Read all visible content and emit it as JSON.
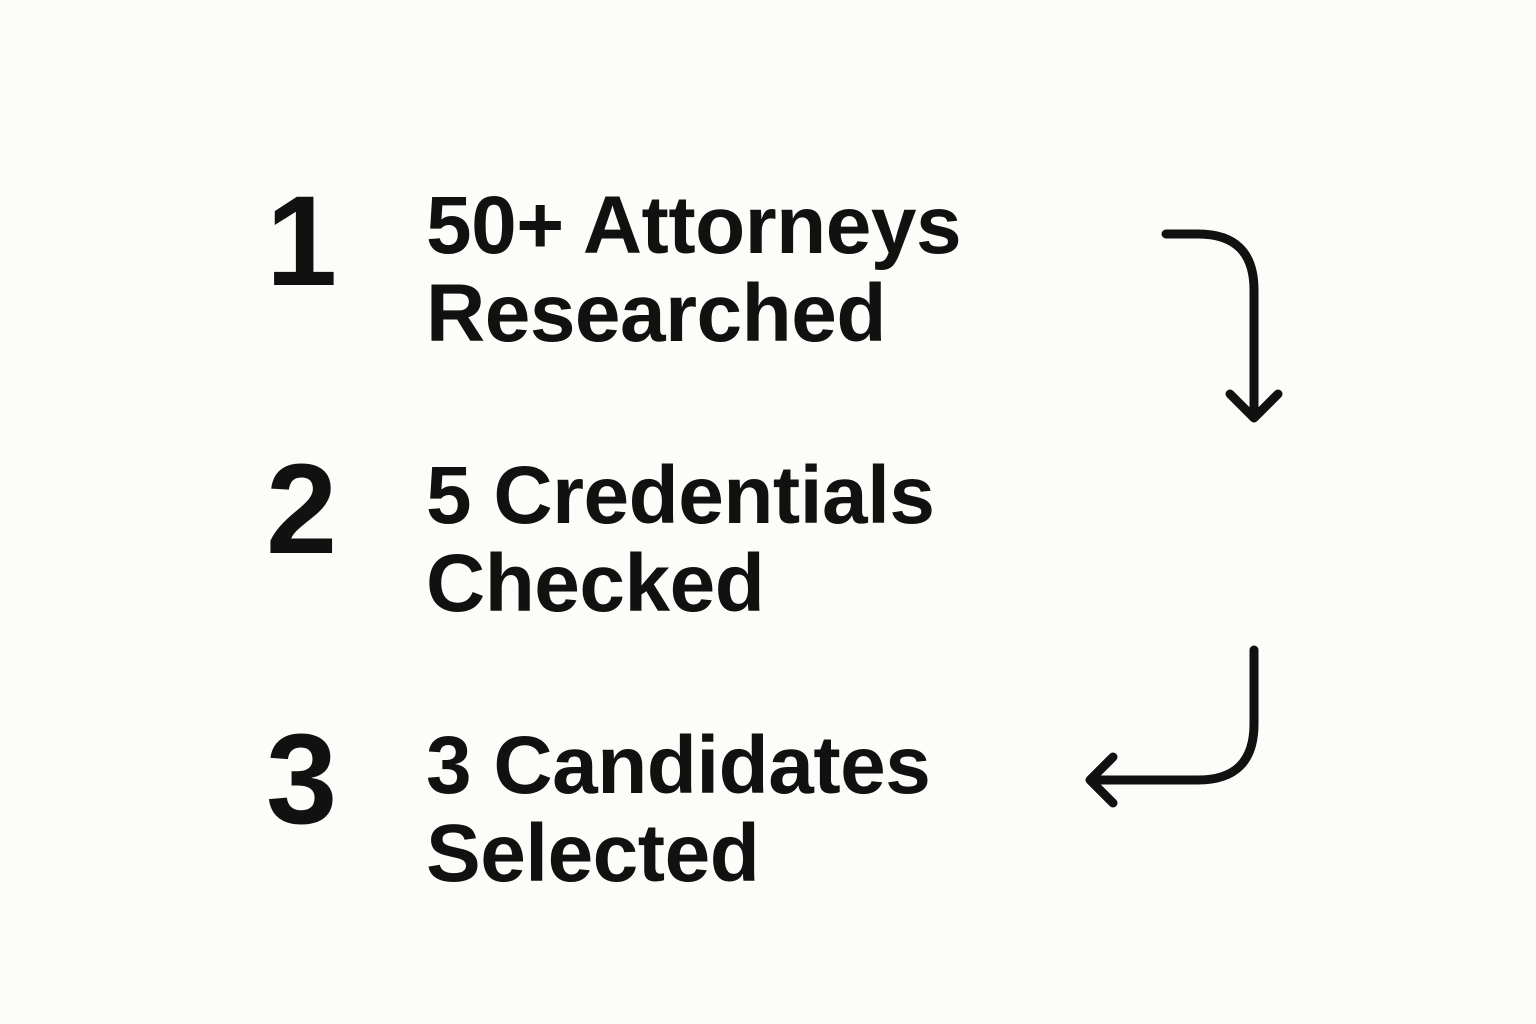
{
  "steps": [
    {
      "number": "1",
      "line1": "50+ Attorneys",
      "line2": "Researched"
    },
    {
      "number": "2",
      "line1": "5 Credentials",
      "line2": "Checked"
    },
    {
      "number": "3",
      "line1": "3 Candidates",
      "line2": "Selected"
    }
  ],
  "colors": {
    "background": "#fcfcf9",
    "text": "#111111",
    "arrow": "#111111"
  },
  "icons": [
    "curved-arrow-down-icon",
    "curved-arrow-left-icon"
  ]
}
